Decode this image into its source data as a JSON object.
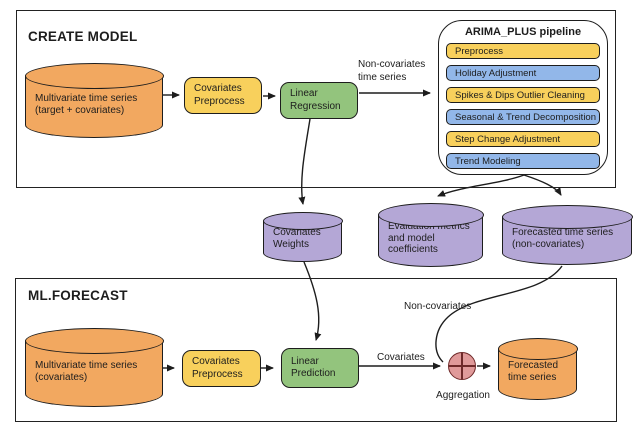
{
  "colors": {
    "orange": "#F2A860",
    "yellow": "#F8D05C",
    "green": "#93C47D",
    "blue": "#92B7E9",
    "purple": "#B4A7D6",
    "red": "#E09A9A"
  },
  "create_model": {
    "title": "CREATE MODEL",
    "source_cylinder": "Multivariate time series\n(target + covariates)",
    "covariates_preprocess": "Covariates\nPreprocess",
    "linear_regression": "Linear\nRegression",
    "edge_label": "Non-covariates\ntime series",
    "pipeline": {
      "title": "ARIMA_PLUS pipeline",
      "steps": [
        {
          "label": "Preprocess",
          "color": "yellow"
        },
        {
          "label": "Holiday Adjustment",
          "color": "blue"
        },
        {
          "label": "Spikes & Dips Outlier Cleaning",
          "color": "yellow"
        },
        {
          "label": "Seasonal & Trend Decomposition",
          "color": "blue"
        },
        {
          "label": "Step Change Adjustment",
          "color": "yellow"
        },
        {
          "label": "Trend Modeling",
          "color": "blue"
        }
      ]
    }
  },
  "outputs": {
    "covariates_weights": "Covariates\nWeights",
    "evaluation_metrics": "Evaluation metrics\nand model\ncoefficients",
    "forecasted_non_covariates": "Forecasted time series\n(non-covariates)"
  },
  "ml_forecast": {
    "title": "ML.FORECAST",
    "source_cylinder": "Multivariate time series\n(covariates)",
    "covariates_preprocess": "Covariates\nPreprocess",
    "linear_prediction": "Linear\nPrediction",
    "covariates_label": "Covariates",
    "non_covariates_label": "Non-covariates",
    "aggregation_label": "Aggregation",
    "forecasted_time_series": "Forecasted\ntime series"
  }
}
